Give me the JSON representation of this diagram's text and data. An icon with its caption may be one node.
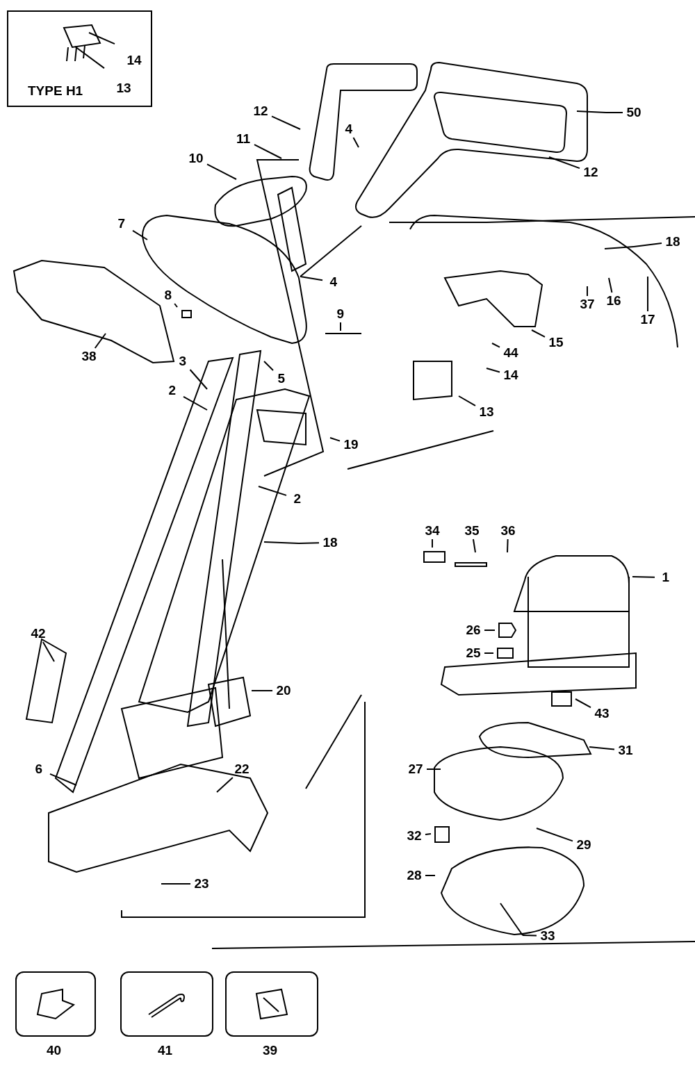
{
  "diagram": {
    "nodes": [
      {
        "text": [
          "TYPE H1"
        ]
      },
      {
        "text": [
          "14"
        ],
        "in": 0
      },
      {
        "text": [
          "13"
        ],
        "in": 0
      },
      {
        "text": [
          "12"
        ]
      },
      {
        "text": [
          "11"
        ]
      },
      {
        "text": [
          "4"
        ]
      },
      {
        "text": [
          "12"
        ]
      },
      {
        "text": [
          "50"
        ]
      },
      {
        "text": [
          "10"
        ]
      },
      {
        "text": [
          "7"
        ]
      },
      {
        "text": [
          "18"
        ]
      },
      {
        "text": [
          "4"
        ]
      },
      {
        "text": [
          "9"
        ]
      },
      {
        "text": [
          "8"
        ]
      },
      {
        "text": [
          "37"
        ]
      },
      {
        "text": [
          "16"
        ]
      },
      {
        "text": [
          "17"
        ]
      },
      {
        "text": [
          "44"
        ]
      },
      {
        "text": [
          "15"
        ]
      },
      {
        "text": [
          "38"
        ]
      },
      {
        "text": [
          "5"
        ]
      },
      {
        "text": [
          "3"
        ]
      },
      {
        "text": [
          "14"
        ]
      },
      {
        "text": [
          "2"
        ]
      },
      {
        "text": [
          "13"
        ]
      },
      {
        "text": [
          "19"
        ]
      },
      {
        "text": [
          "2"
        ]
      },
      {
        "text": [
          "34"
        ]
      },
      {
        "text": [
          "35"
        ]
      },
      {
        "text": [
          "36"
        ]
      },
      {
        "text": [
          "1"
        ]
      },
      {
        "text": [
          "18"
        ]
      },
      {
        "text": [
          "26"
        ]
      },
      {
        "text": [
          "25"
        ]
      },
      {
        "text": [
          "42"
        ]
      },
      {
        "text": [
          "20"
        ]
      },
      {
        "text": [
          "43"
        ]
      },
      {
        "text": [
          "31"
        ]
      },
      {
        "text": [
          "6"
        ]
      },
      {
        "text": [
          "22"
        ]
      },
      {
        "text": [
          "27"
        ]
      },
      {
        "text": [
          "32"
        ]
      },
      {
        "text": [
          "29"
        ]
      },
      {
        "text": [
          "28"
        ]
      },
      {
        "text": [
          "23"
        ]
      },
      {
        "text": [
          "33"
        ]
      },
      {
        "text": [],
        "shape": "picture",
        "beside": [
          "40"
        ]
      },
      {
        "text": [],
        "shape": "picture",
        "beside": [
          "41"
        ]
      },
      {
        "text": [],
        "shape": "picture",
        "beside": [
          "39"
        ]
      }
    ],
    "edges": [
      {
        "from": 1,
        "to": null,
        "arrow": "none"
      },
      {
        "from": 2,
        "to": null,
        "arrow": "none"
      },
      {
        "from": 3,
        "to": null,
        "arrow": "none"
      },
      {
        "from": 4,
        "to": null,
        "arrow": "none"
      },
      {
        "from": 5,
        "to": null,
        "arrow": "none"
      },
      {
        "from": 6,
        "to": null,
        "arrow": "none"
      },
      {
        "from": 7,
        "to": null,
        "arrow": "none"
      },
      {
        "from": 8,
        "to": null,
        "arrow": "none"
      },
      {
        "from": 9,
        "to": null,
        "arrow": "none"
      },
      {
        "from": 10,
        "to": null,
        "arrow": "none"
      },
      {
        "from": 11,
        "to": null,
        "arrow": "none"
      },
      {
        "from": 12,
        "to": null,
        "arrow": "none"
      },
      {
        "from": 13,
        "to": null,
        "arrow": "none"
      },
      {
        "from": 14,
        "to": null,
        "arrow": "none"
      },
      {
        "from": 15,
        "to": null,
        "arrow": "none"
      },
      {
        "from": 16,
        "to": null,
        "arrow": "none"
      },
      {
        "from": 17,
        "to": null,
        "arrow": "none"
      },
      {
        "from": 18,
        "to": null,
        "arrow": "none"
      },
      {
        "from": 19,
        "to": null,
        "arrow": "none"
      },
      {
        "from": 20,
        "to": null,
        "arrow": "none"
      },
      {
        "from": 21,
        "to": null,
        "arrow": "none"
      },
      {
        "from": 22,
        "to": null,
        "arrow": "none"
      },
      {
        "from": 23,
        "to": null,
        "arrow": "none"
      },
      {
        "from": 24,
        "to": null,
        "arrow": "none"
      },
      {
        "from": 25,
        "to": null,
        "arrow": "none"
      },
      {
        "from": 26,
        "to": null,
        "arrow": "none"
      },
      {
        "from": 27,
        "to": null,
        "arrow": "none"
      },
      {
        "from": 28,
        "to": null,
        "arrow": "none"
      },
      {
        "from": 29,
        "to": null,
        "arrow": "none"
      },
      {
        "from": 30,
        "to": null,
        "arrow": "none"
      },
      {
        "from": 31,
        "to": null,
        "arrow": "none"
      },
      {
        "from": 32,
        "to": null,
        "arrow": "none"
      },
      {
        "from": 33,
        "to": null,
        "arrow": "none"
      },
      {
        "from": 34,
        "to": null,
        "arrow": "none"
      },
      {
        "from": 35,
        "to": null,
        "arrow": "none"
      },
      {
        "from": 36,
        "to": null,
        "arrow": "none"
      },
      {
        "from": 37,
        "to": null,
        "arrow": "none"
      },
      {
        "from": 38,
        "to": null,
        "arrow": "none"
      },
      {
        "from": 39,
        "to": null,
        "arrow": "none"
      },
      {
        "from": 40,
        "to": null,
        "arrow": "none"
      },
      {
        "from": 41,
        "to": null,
        "arrow": "none"
      },
      {
        "from": 42,
        "to": null,
        "arrow": "none"
      },
      {
        "from": 43,
        "to": null,
        "arrow": "none"
      },
      {
        "from": 44,
        "to": null,
        "arrow": "none"
      },
      {
        "from": 45,
        "to": null,
        "arrow": "none"
      }
    ]
  }
}
